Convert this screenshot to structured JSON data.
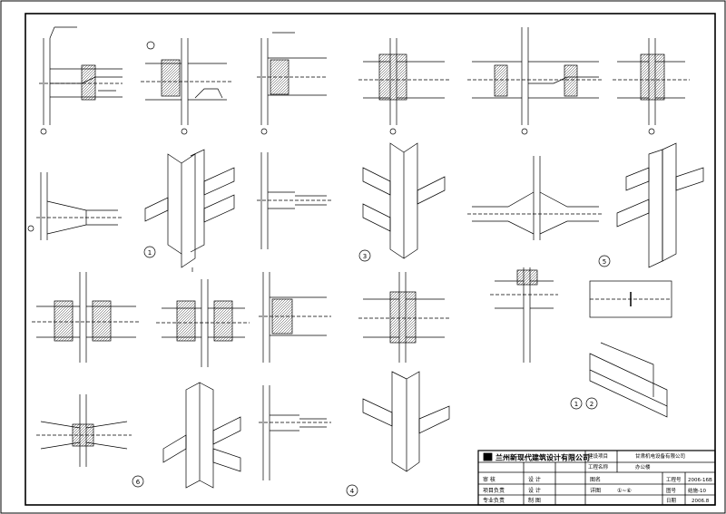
{
  "drawing_marks": [
    "1",
    "2",
    "3",
    "4",
    "5",
    "6",
    "1",
    "2"
  ],
  "title_block": {
    "company": "兰州新现代建筑设计有限公司",
    "project_label": "建设项目",
    "project_value": "甘肃机电设备有限公司",
    "work_label": "工程名称",
    "work_value": "办公楼",
    "rows": [
      {
        "label": "审 核",
        "role": "设 计"
      },
      {
        "label": "项目负责",
        "role": "设 计"
      },
      {
        "label": "专业负责",
        "role": "制 图"
      }
    ],
    "sheet_title_label": "图名",
    "detail_label": "详图",
    "detail_value": "①~⑥",
    "right": [
      {
        "label": "工程号",
        "value": "2006-16B"
      },
      {
        "label": "图号",
        "value": "结施-10"
      },
      {
        "label": "日期",
        "value": "2006.8"
      }
    ]
  }
}
